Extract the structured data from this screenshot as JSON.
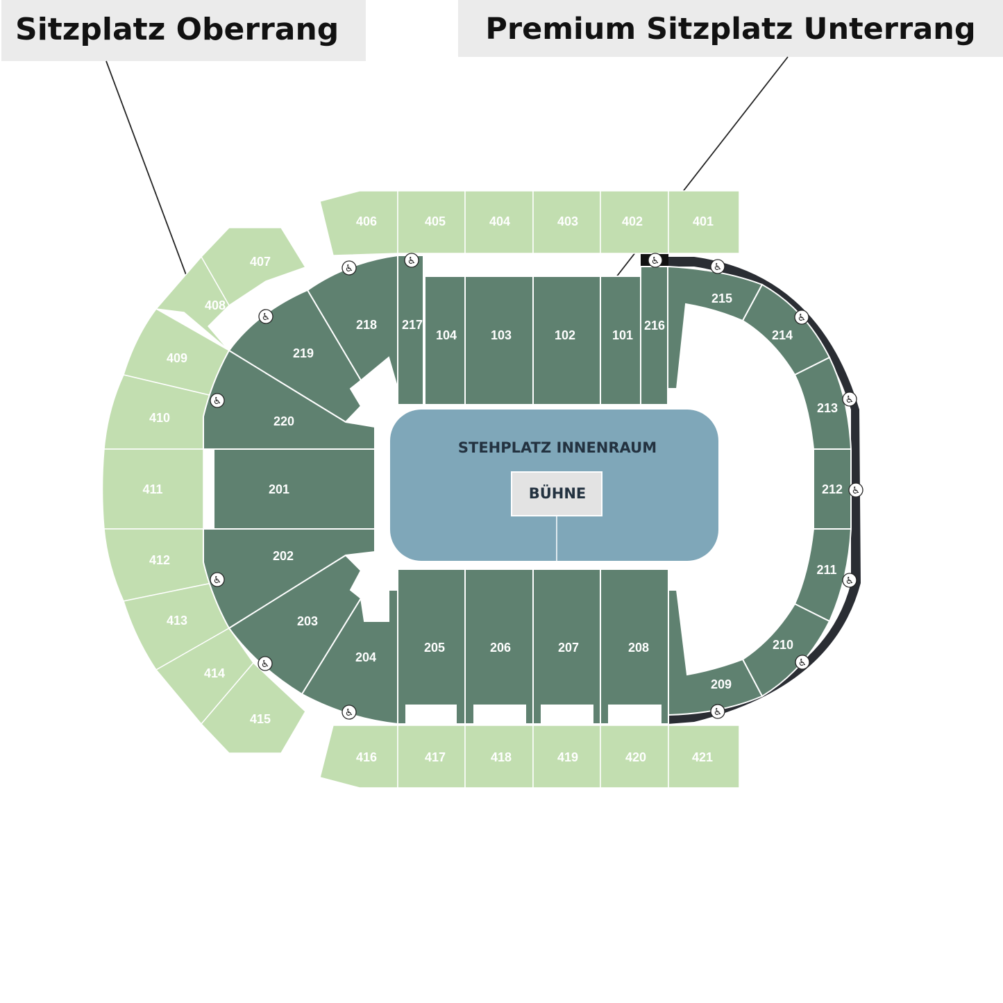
{
  "callouts": {
    "upper_tier": "Sitzplatz Oberrang",
    "premium_lower_tier": "Premium Sitzplatz Unterrang"
  },
  "floor": {
    "title": "STEHPLATZ INNENRAUM",
    "stage": "BÜHNE"
  },
  "sections": {
    "upper": [
      "401",
      "402",
      "403",
      "404",
      "405",
      "406",
      "407",
      "408",
      "409",
      "410",
      "411",
      "412",
      "413",
      "414",
      "415",
      "416",
      "417",
      "418",
      "419",
      "420",
      "421"
    ],
    "lower": [
      "101",
      "102",
      "103",
      "104",
      "201",
      "202",
      "203",
      "204",
      "205",
      "206",
      "207",
      "208",
      "209",
      "210",
      "211",
      "212",
      "213",
      "214",
      "215",
      "216",
      "217",
      "218",
      "219",
      "220"
    ]
  },
  "icons": {
    "accessible": "wheelchair-icon"
  },
  "colors": {
    "upper_tier": "#c2deb0",
    "lower_tier": "#5f8170",
    "floor": "#7fa7b9",
    "stage": "#e3e3e3",
    "premium_rail": "#2a2d33"
  }
}
